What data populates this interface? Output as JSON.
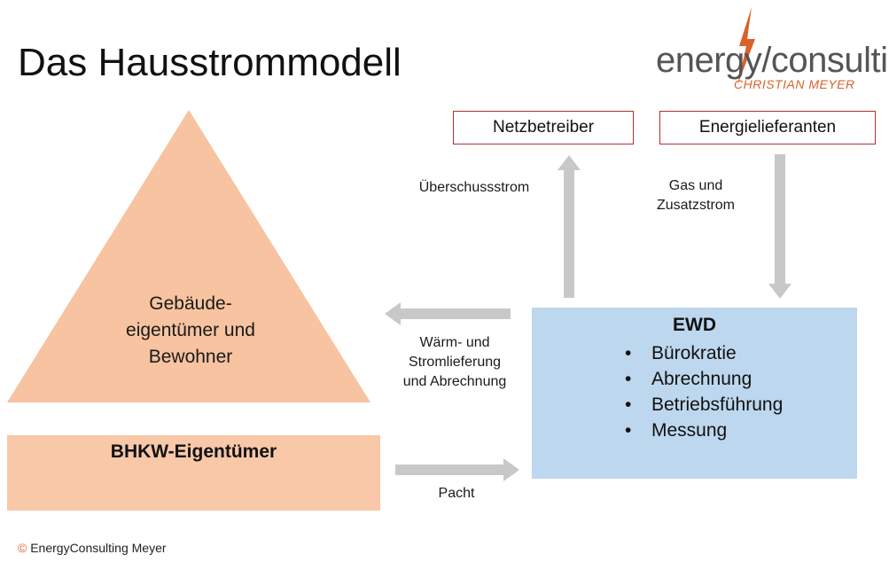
{
  "title": "Das Hausstrommodell",
  "logo": {
    "main": "energy/consulting",
    "sub": "CHRISTIAN MEYER",
    "bolt_icon": "lightning-bolt-icon",
    "colors": {
      "text": "#555555",
      "accent": "#d9622b"
    }
  },
  "boxes": {
    "netzbetreiber": "Netzbetreiber",
    "energielieferanten": "Energielieferanten"
  },
  "arrow_labels": {
    "ueberschussstrom": "Überschussstrom",
    "gas_line1": "Gas und",
    "gas_line2": "Zusatzstrom",
    "waerm_line1": "Wärm- und",
    "waerm_line2": "Stromlieferung",
    "waerm_line3": "und Abrechnung",
    "pacht": "Pacht"
  },
  "pyramid": {
    "line1": "Gebäude-",
    "line2": "eigentümer und",
    "line3": "Bewohner"
  },
  "bhkw": {
    "label": "BHKW-Eigentümer"
  },
  "ewd": {
    "title": "EWD",
    "items": [
      "Bürokratie",
      "Abrechnung",
      "Betriebsführung",
      "Messung"
    ]
  },
  "footer": {
    "symbol": "©",
    "text": " EnergyConsulting  Meyer"
  },
  "colors": {
    "pyramid": "#f7c3a0",
    "bhkw": "#f8c8a8",
    "ewd": "#bdd7ee",
    "box_border": "#b03030",
    "arrow": "#c8c8c8"
  }
}
